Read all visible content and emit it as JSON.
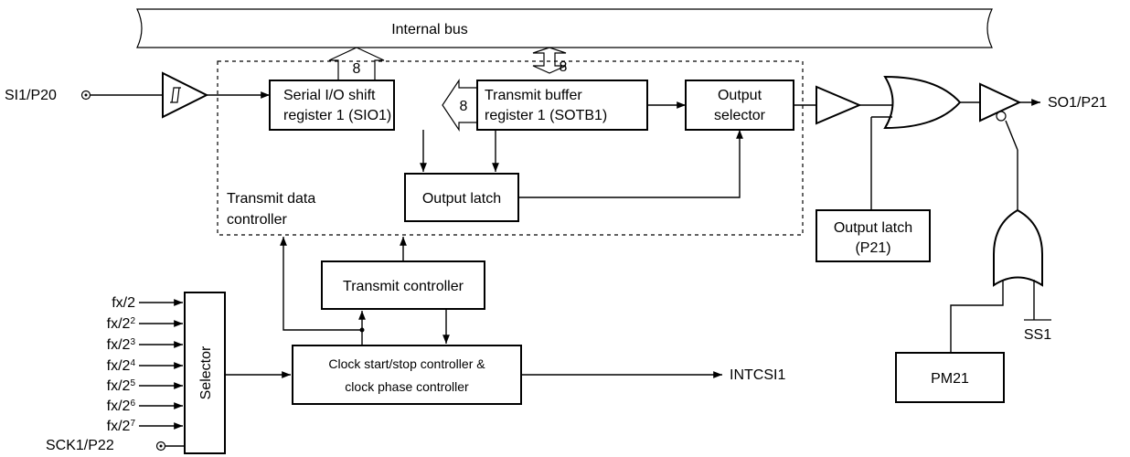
{
  "bus": {
    "label": "Internal bus",
    "width_in": "8",
    "width_out": "8",
    "width_mid": "8"
  },
  "inputs": {
    "si": "SI1/P20",
    "sck": "SCK1/P22"
  },
  "outputs": {
    "so": "SO1/P21",
    "int": "INTCSI1",
    "ss": "SS1"
  },
  "blocks": {
    "sio_line1": "Serial I/O shift",
    "sio_line2": "register 1 (SIO1)",
    "sotb_line1": "Transmit buffer",
    "sotb_line2": "register 1 (SOTB1)",
    "sel_line1": "Output",
    "sel_line2": "selector",
    "out_latch": "Output latch",
    "tdc_line1": "Transmit data",
    "tdc_line2": "controller",
    "tx_ctrl": "Transmit controller",
    "clk_line1": "Clock start/stop controller &",
    "clk_line2": "clock phase controller",
    "selector": "Selector",
    "p21_line1": "Output latch",
    "p21_line2": "(P21)",
    "pm21": "PM21"
  },
  "clocks": [
    {
      "base": "fx/2",
      "exp": ""
    },
    {
      "base": "fx/2",
      "exp": "2"
    },
    {
      "base": "fx/2",
      "exp": "3"
    },
    {
      "base": "fx/2",
      "exp": "4"
    },
    {
      "base": "fx/2",
      "exp": "5"
    },
    {
      "base": "fx/2",
      "exp": "6"
    },
    {
      "base": "fx/2",
      "exp": "7"
    }
  ]
}
